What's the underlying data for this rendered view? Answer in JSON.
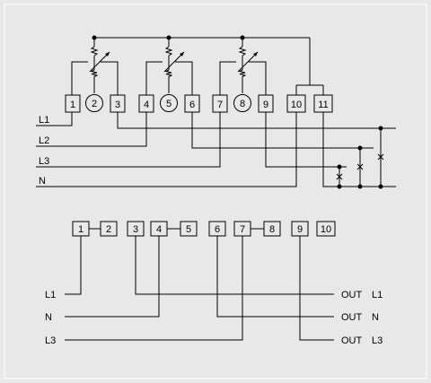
{
  "top_diagram": {
    "terminals": [
      "1",
      "2",
      "3",
      "4",
      "5",
      "6",
      "7",
      "8",
      "9",
      "10",
      "11"
    ],
    "line_labels": [
      "L1",
      "L2",
      "L3",
      "N"
    ]
  },
  "bottom_diagram": {
    "terminals": [
      "1",
      "2",
      "3",
      "4",
      "5",
      "6",
      "7",
      "8",
      "9",
      "10"
    ],
    "left_labels": [
      "L1",
      "N",
      "L3"
    ],
    "out_label": "OUT",
    "right_labels": [
      "L1",
      "N",
      "L3"
    ]
  }
}
